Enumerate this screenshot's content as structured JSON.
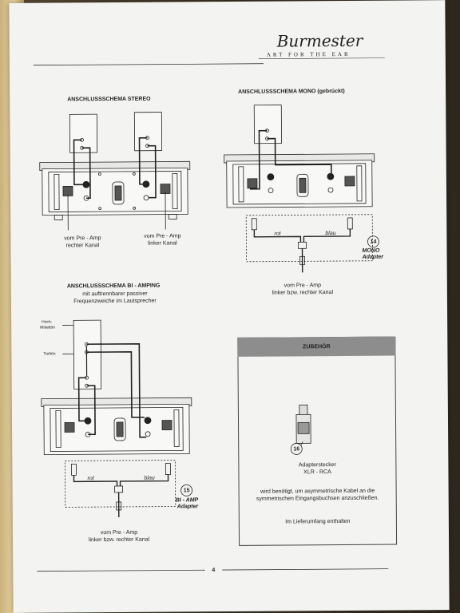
{
  "header": {
    "brand": "Burmester",
    "tagline": "ART FOR THE EAR"
  },
  "stereo": {
    "title": "ANSCHLUSSSCHEMA STEREO",
    "left_caption_1": "vom Pre - Amp",
    "left_caption_2": "rechter Kanal",
    "right_caption_1": "vom Pre - Amp",
    "right_caption_2": "linker Kanal"
  },
  "mono": {
    "title": "ANSCHLUSSSCHEMA MONO (gebrückt)",
    "rot": "rot",
    "blau": "blau",
    "badge": "14",
    "adapter_1": "MONO",
    "adapter_2": "Adapter",
    "caption_1": "vom Pre - Amp",
    "caption_2": "linker bzw. rechter Kanal"
  },
  "biamp": {
    "title": "ANSCHLUSSSCHEMA BI - AMPING",
    "sub_1": "mit auftrennbarer passiver",
    "sub_2": "Frequenzweiche im Lautsprecher",
    "hoch_1": "Hoch-",
    "hoch_2": "Mitteltön",
    "tief": "Tieftön",
    "rot": "rot",
    "blau": "blau",
    "badge": "15",
    "adapter_1": "BI - AMP",
    "adapter_2": "Adapter",
    "caption_1": "vom Pre - Amp",
    "caption_2": "linker bzw. rechter Kanal"
  },
  "zubehoer": {
    "title": "ZUBEHÖR",
    "badge": "16",
    "item_1": "Adapterstecker",
    "item_2": "XLR - RCA",
    "desc_1": "wird benötigt, um asymmetrische Kabel an die",
    "desc_2": "symmetrischen Eingangsbuchsen anzuschließen.",
    "note": "Im Lieferumfang enthalten"
  },
  "footer": {
    "page_number": "4"
  }
}
